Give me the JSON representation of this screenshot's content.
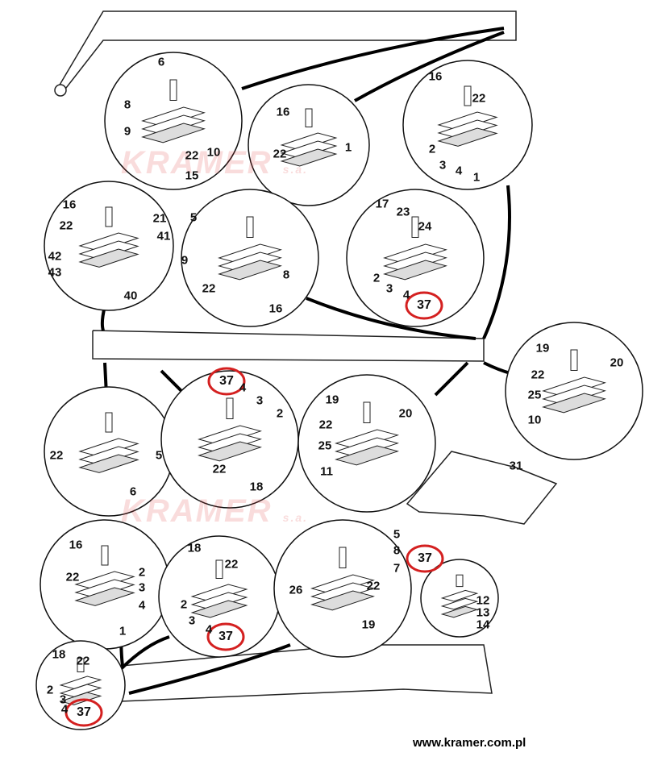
{
  "watermark": {
    "brand": "KRAMER",
    "suffix": "s.a."
  },
  "website": "www.kramer.com.pl",
  "highlight_color": "#d42020",
  "circles": [
    {
      "name": "detail-wear-pad-top-left",
      "labels": [
        "6",
        "8",
        "9",
        "10",
        "22",
        "15"
      ]
    },
    {
      "name": "detail-plate-bolt",
      "labels": [
        "16",
        "22",
        "1"
      ]
    },
    {
      "name": "detail-top-right-stack",
      "labels": [
        "16",
        "22",
        "2",
        "3",
        "4",
        "1"
      ]
    },
    {
      "name": "detail-left-stack",
      "labels": [
        "16",
        "21",
        "22",
        "41",
        "42",
        "43",
        "40"
      ]
    },
    {
      "name": "detail-middle-pad",
      "labels": [
        "5",
        "9",
        "8",
        "22",
        "16"
      ]
    },
    {
      "name": "detail-right-stack",
      "labels": [
        "17",
        "23",
        "24",
        "2",
        "3",
        "4",
        "37"
      ],
      "highlight": [
        6
      ]
    },
    {
      "name": "detail-far-right-pads",
      "labels": [
        "19",
        "20",
        "22",
        "25",
        "10"
      ]
    },
    {
      "name": "detail-left-mid-pad",
      "labels": [
        "22",
        "5",
        "6"
      ]
    },
    {
      "name": "detail-center-stack",
      "labels": [
        "37",
        "4",
        "3",
        "2",
        "22",
        "18"
      ],
      "highlight": [
        0
      ]
    },
    {
      "name": "detail-center-right-pads",
      "labels": [
        "19",
        "20",
        "22",
        "25",
        "11"
      ]
    },
    {
      "name": "detail-bottom-left-stack",
      "labels": [
        "16",
        "22",
        "2",
        "3",
        "4",
        "1"
      ]
    },
    {
      "name": "detail-bottom-center-stack",
      "labels": [
        "18",
        "22",
        "2",
        "3",
        "4",
        "37"
      ],
      "highlight": [
        5
      ]
    },
    {
      "name": "detail-bottom-right-pad",
      "labels": [
        "5",
        "8",
        "7",
        "26",
        "22",
        "19"
      ]
    },
    {
      "name": "detail-shim-plate",
      "labels": [
        "12",
        "13",
        "14"
      ]
    },
    {
      "name": "detail-small-bottom-stack",
      "labels": [
        "18",
        "22",
        "2",
        "3",
        "4",
        "37"
      ],
      "highlight": [
        5
      ]
    }
  ],
  "loose_labels": [
    {
      "name": "guard-part-label",
      "text": "31"
    },
    {
      "name": "pad-part-37-label",
      "text": "37",
      "highlight": true
    }
  ]
}
